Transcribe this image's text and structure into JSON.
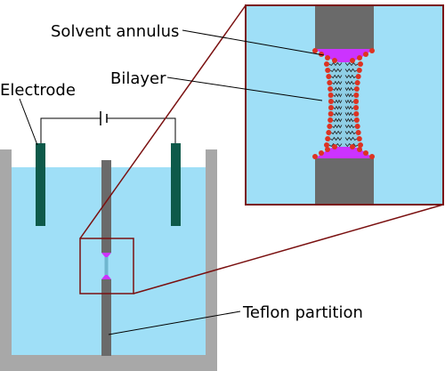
{
  "labels": {
    "solvent_annulus": "Solvent annulus",
    "bilayer": "Bilayer",
    "electrode": "Electrode",
    "teflon_partition": "Teflon partition"
  },
  "colors": {
    "water": "#9fdff7",
    "tank_wall": "#a8a8a8",
    "partition": "#6a6a6a",
    "electrode": "#0e5a4a",
    "solvent": "#cc33ff",
    "lipid_head": "#dd3322",
    "lipid_tail": "#222222",
    "zoom_frame": "#7a1010",
    "wire": "#000000"
  }
}
